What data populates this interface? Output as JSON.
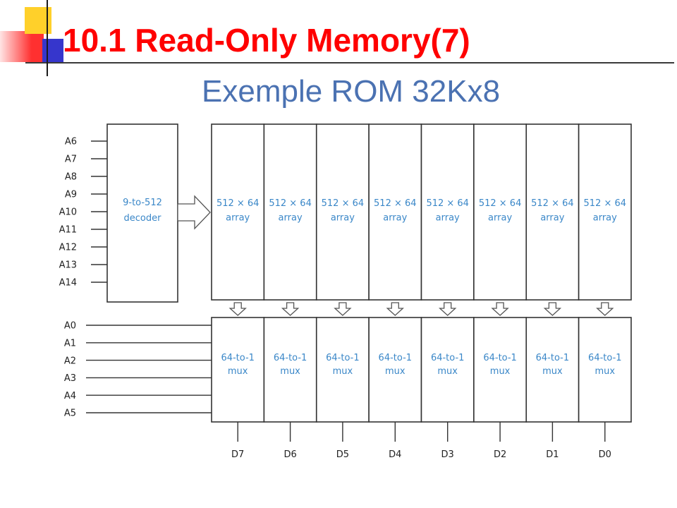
{
  "slide": {
    "title": "10.1 Read-Only Memory(7)"
  },
  "figure": {
    "heading": "Exemple ROM 32Kx8",
    "decoder_inputs": [
      "A6",
      "A7",
      "A8",
      "A9",
      "A10",
      "A11",
      "A12",
      "A13",
      "A14"
    ],
    "decoder": {
      "line1": "9-to-512",
      "line2": "decoder"
    },
    "arrays": [
      {
        "size": "512 × 64",
        "kind": "array"
      },
      {
        "size": "512 × 64",
        "kind": "array"
      },
      {
        "size": "512 × 64",
        "kind": "array"
      },
      {
        "size": "512 × 64",
        "kind": "array"
      },
      {
        "size": "512 × 64",
        "kind": "array"
      },
      {
        "size": "512 × 64",
        "kind": "array"
      },
      {
        "size": "512 × 64",
        "kind": "array"
      },
      {
        "size": "512 × 64",
        "kind": "array"
      }
    ],
    "mux_selects": [
      "A0",
      "A1",
      "A2",
      "A3",
      "A4",
      "A5"
    ],
    "muxes": [
      {
        "size": "64-to-1",
        "kind": "mux"
      },
      {
        "size": "64-to-1",
        "kind": "mux"
      },
      {
        "size": "64-to-1",
        "kind": "mux"
      },
      {
        "size": "64-to-1",
        "kind": "mux"
      },
      {
        "size": "64-to-1",
        "kind": "mux"
      },
      {
        "size": "64-to-1",
        "kind": "mux"
      },
      {
        "size": "64-to-1",
        "kind": "mux"
      },
      {
        "size": "64-to-1",
        "kind": "mux"
      }
    ],
    "outputs": [
      "D7",
      "D6",
      "D5",
      "D4",
      "D3",
      "D2",
      "D1",
      "D0"
    ]
  },
  "colors": {
    "title": "#FF0000",
    "heading": "#4B72B2",
    "block_text": "#3A87C8",
    "diagram_lines": "#333333",
    "accent_yellow": "#FFD02A",
    "accent_red": "#FF3030",
    "accent_blue": "#3636CC"
  }
}
